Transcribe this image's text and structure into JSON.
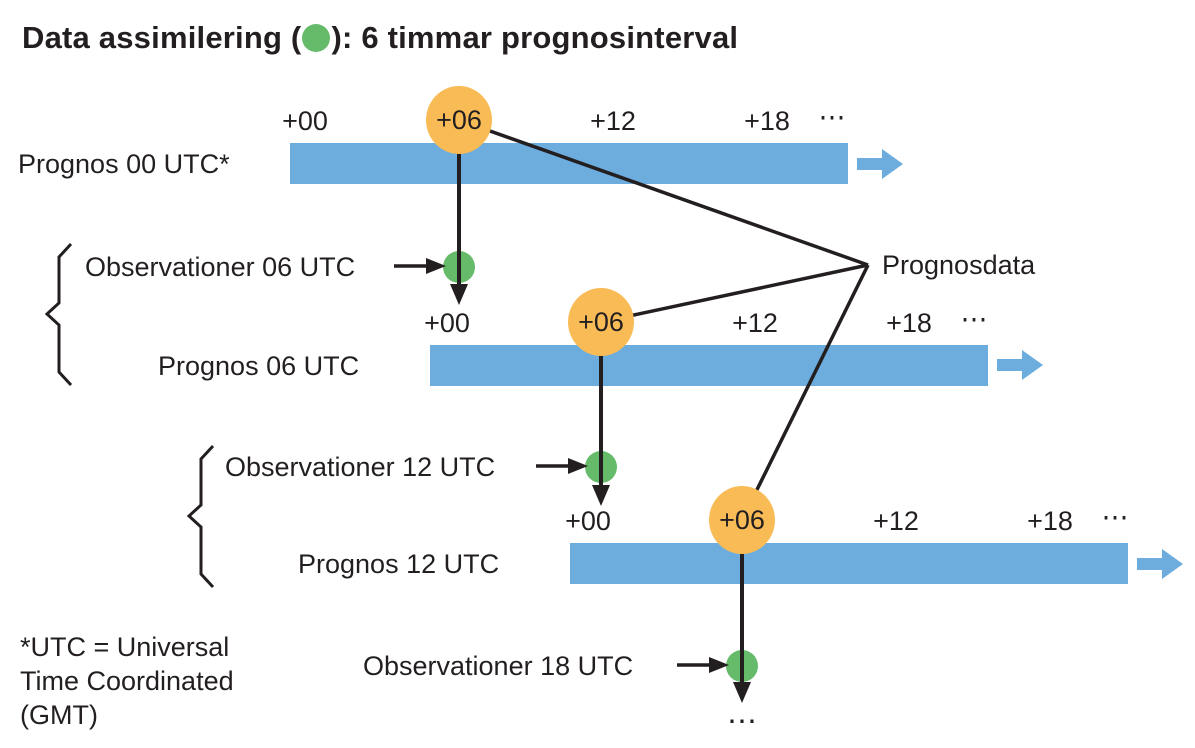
{
  "title": {
    "prefix": "Data assimilering (",
    "suffix": "): 6 timmar prognosinterval"
  },
  "colors": {
    "bar_blue": "#6cadde",
    "assimilation_orange": "#f9bb55",
    "observation_green": "#66bb6a",
    "ink": "#231f20"
  },
  "bars": [
    {
      "label": "Prognos 00 UTC*",
      "tick_00": "+00",
      "tick_06": "+06",
      "tick_12": "+12",
      "tick_18": "+18",
      "more": "⋯"
    },
    {
      "label": "Prognos 06 UTC",
      "tick_00": "+00",
      "tick_06": "+06",
      "tick_12": "+12",
      "tick_18": "+18",
      "more": "⋯"
    },
    {
      "label": "Prognos 12 UTC",
      "tick_00": "+00",
      "tick_06": "+06",
      "tick_12": "+12",
      "tick_18": "+18",
      "more": "⋯"
    }
  ],
  "observations": [
    {
      "label": "Observationer 06 UTC"
    },
    {
      "label": "Observationer 12 UTC"
    },
    {
      "label": "Observationer 18 UTC"
    }
  ],
  "annotations": {
    "prognosdata": "Prognosdata",
    "continuation": "⋯"
  },
  "footnote": {
    "lines": [
      "*UTC = Universal",
      "Time Coordinated",
      "(GMT)"
    ]
  }
}
